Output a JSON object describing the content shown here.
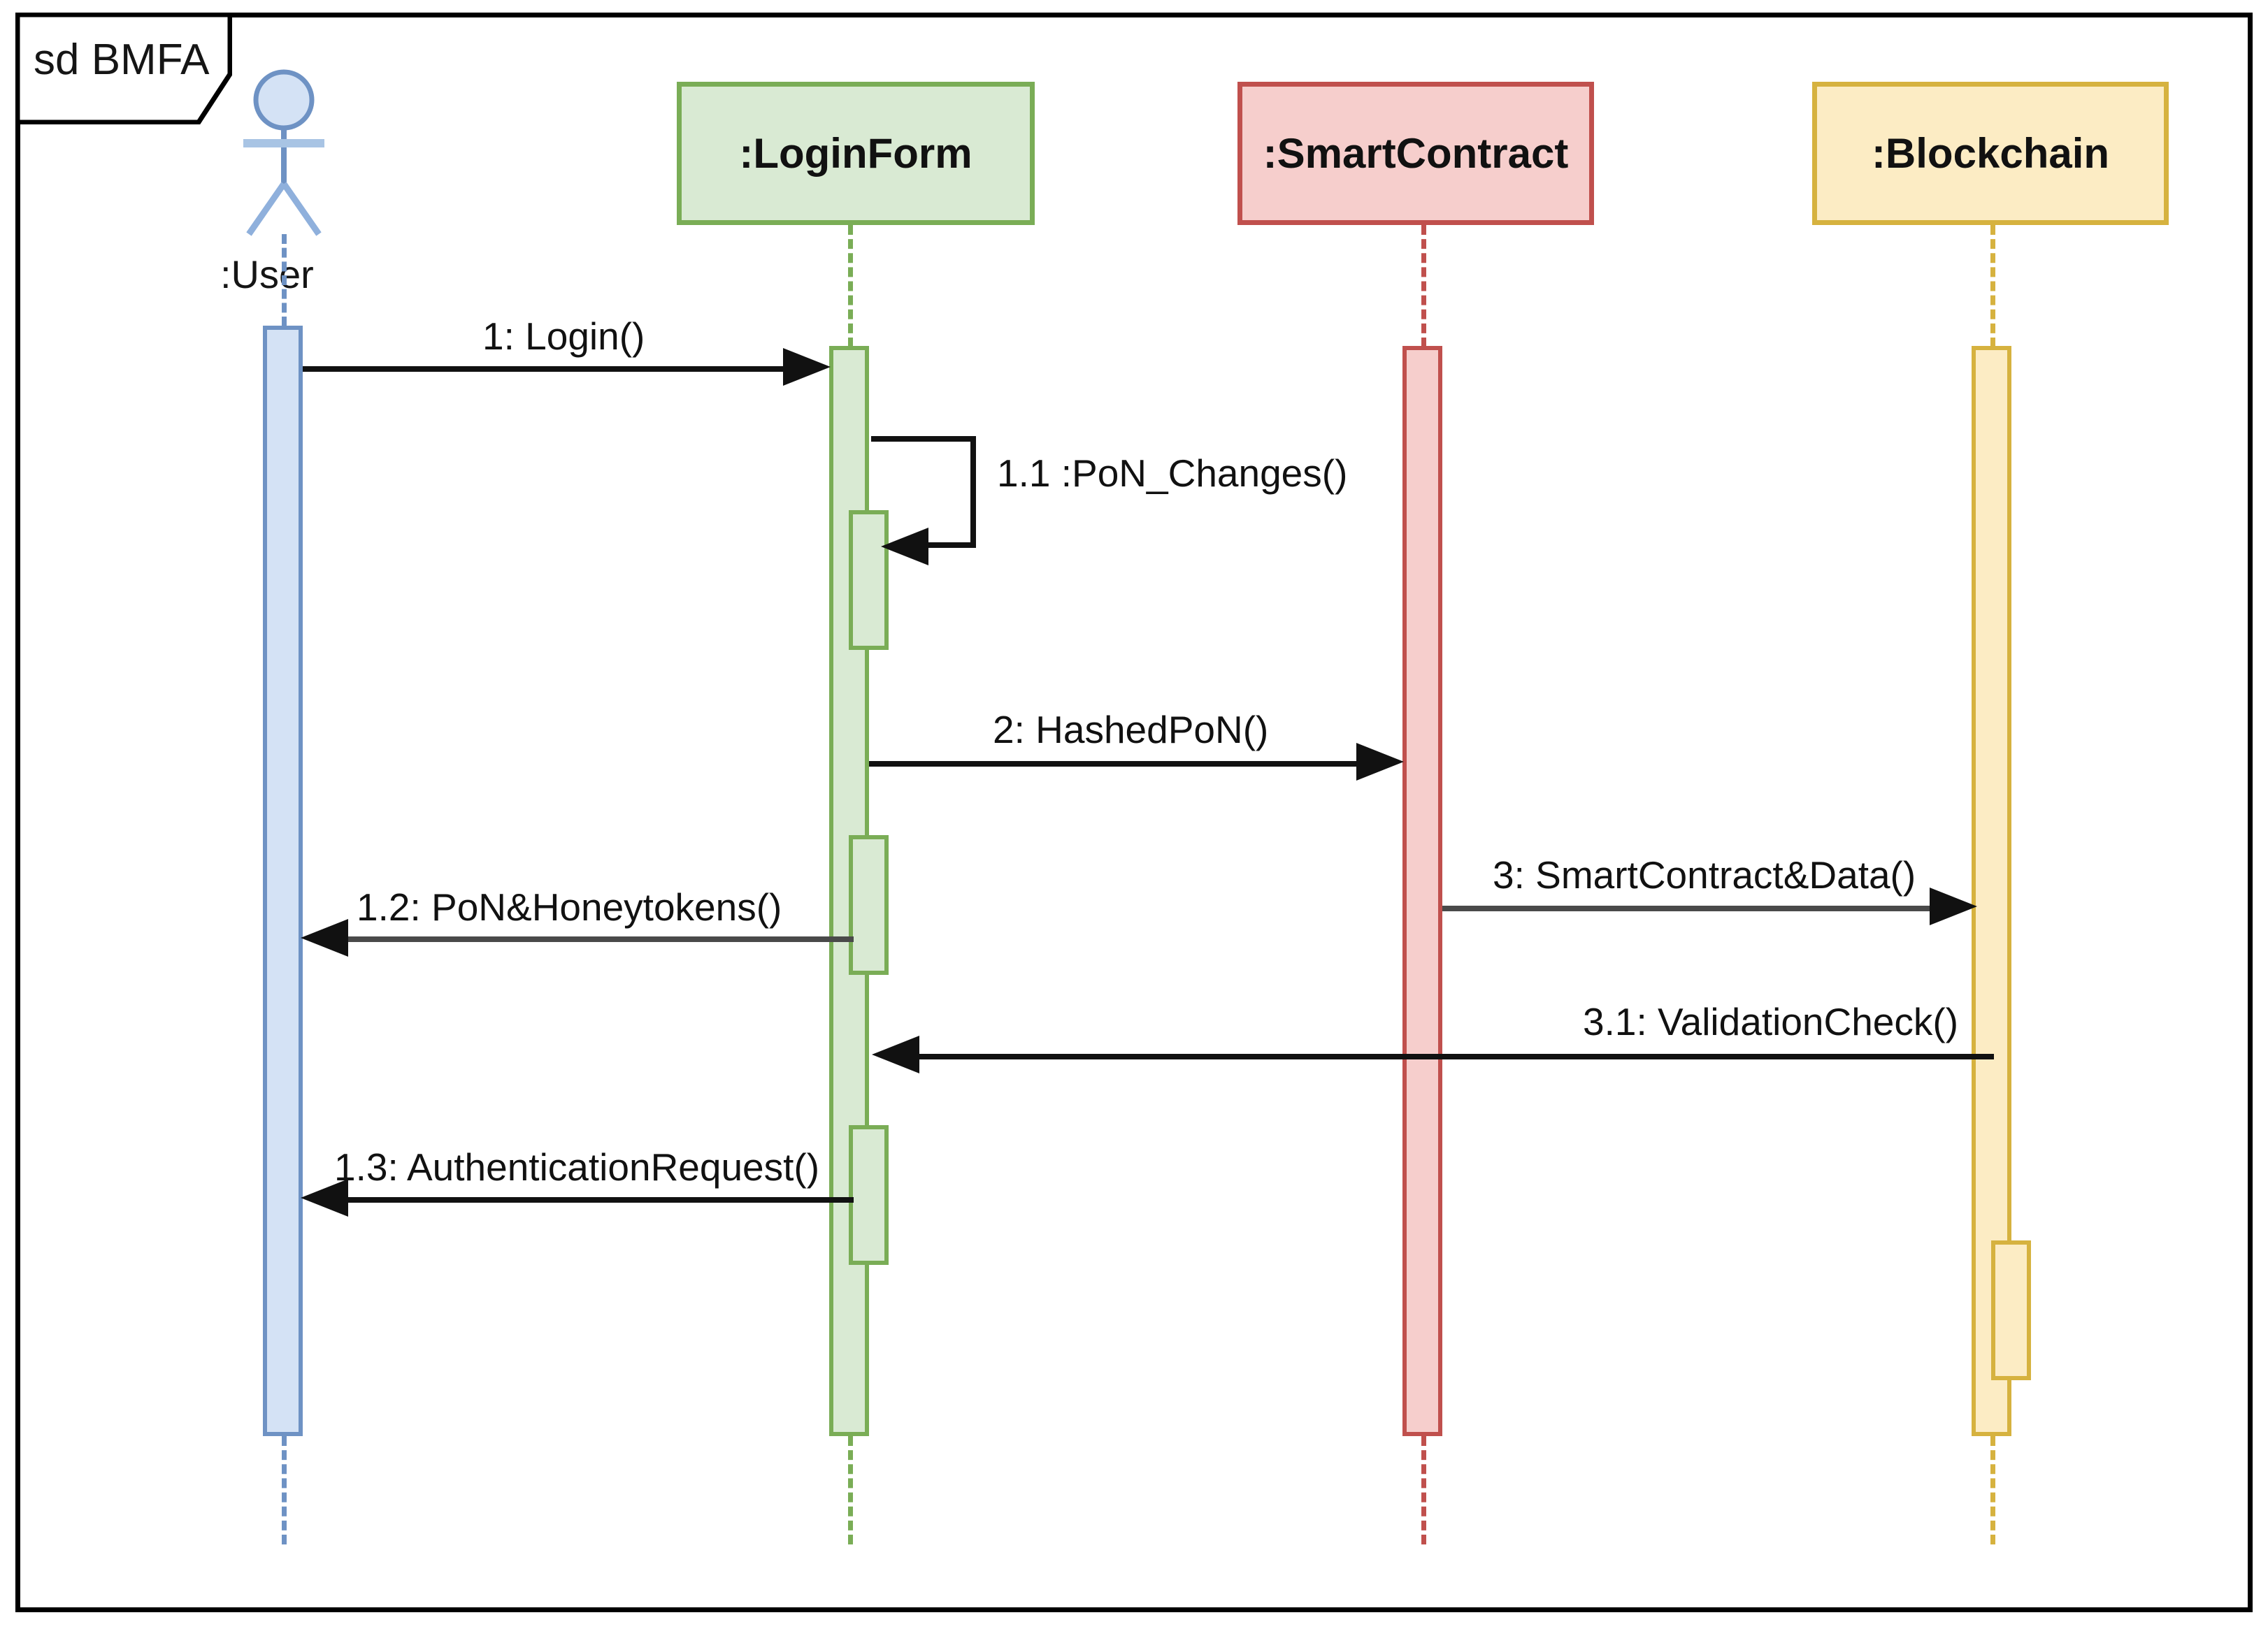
{
  "diagram": {
    "kind": "uml-sequence-diagram",
    "frame_label": "sd BMFA",
    "frame_keyword": "sd",
    "frame_name": "BMFA"
  },
  "participants": [
    {
      "id": "user",
      "label": ":User",
      "type": "actor",
      "stroke": "#6e92c4",
      "fill": "#d4e2f5",
      "lifeline_color": "#6e92c4"
    },
    {
      "id": "loginform",
      "label": ":LoginForm",
      "type": "object",
      "stroke": "#7aad56",
      "fill": "#d9ead3",
      "lifeline_color": "#7aad56"
    },
    {
      "id": "smartcontract",
      "label": ":SmartContract",
      "type": "object",
      "stroke": "#c0504d",
      "fill": "#f6cecc",
      "lifeline_color": "#c0504d"
    },
    {
      "id": "blockchain",
      "label": ":Blockchain",
      "type": "object",
      "stroke": "#d6b23f",
      "fill": "#fcecc4",
      "lifeline_color": "#d6b23f"
    }
  ],
  "messages": [
    {
      "id": "m1",
      "number": "1",
      "label": "1: Login()",
      "from": "user",
      "to": "loginform",
      "direction": "right",
      "kind": "call"
    },
    {
      "id": "m11",
      "number": "1.1",
      "label": "1.1 :PoN_Changes()",
      "from": "loginform",
      "to": "loginform",
      "direction": "self",
      "kind": "self-call"
    },
    {
      "id": "m2",
      "number": "2",
      "label": "2: HashedPoN()",
      "from": "loginform",
      "to": "smartcontract",
      "direction": "right",
      "kind": "call"
    },
    {
      "id": "m3",
      "number": "3",
      "label": "3: SmartContract&Data()",
      "from": "smartcontract",
      "to": "blockchain",
      "direction": "right",
      "kind": "call"
    },
    {
      "id": "m12",
      "number": "1.2",
      "label": "1.2: PoN&Honeytokens()",
      "from": "loginform",
      "to": "user",
      "direction": "left",
      "kind": "return"
    },
    {
      "id": "m31",
      "number": "3.1",
      "label": "3.1: ValidationCheck()",
      "from": "blockchain",
      "to": "loginform",
      "direction": "left",
      "kind": "return"
    },
    {
      "id": "m13",
      "number": "1.3",
      "label": "1.3: AuthenticationRequest()",
      "from": "loginform",
      "to": "user",
      "direction": "left",
      "kind": "return"
    }
  ],
  "colors": {
    "frame_border": "#000000",
    "background": "#ffffff",
    "message_line": "#111111",
    "text": "#151515"
  }
}
